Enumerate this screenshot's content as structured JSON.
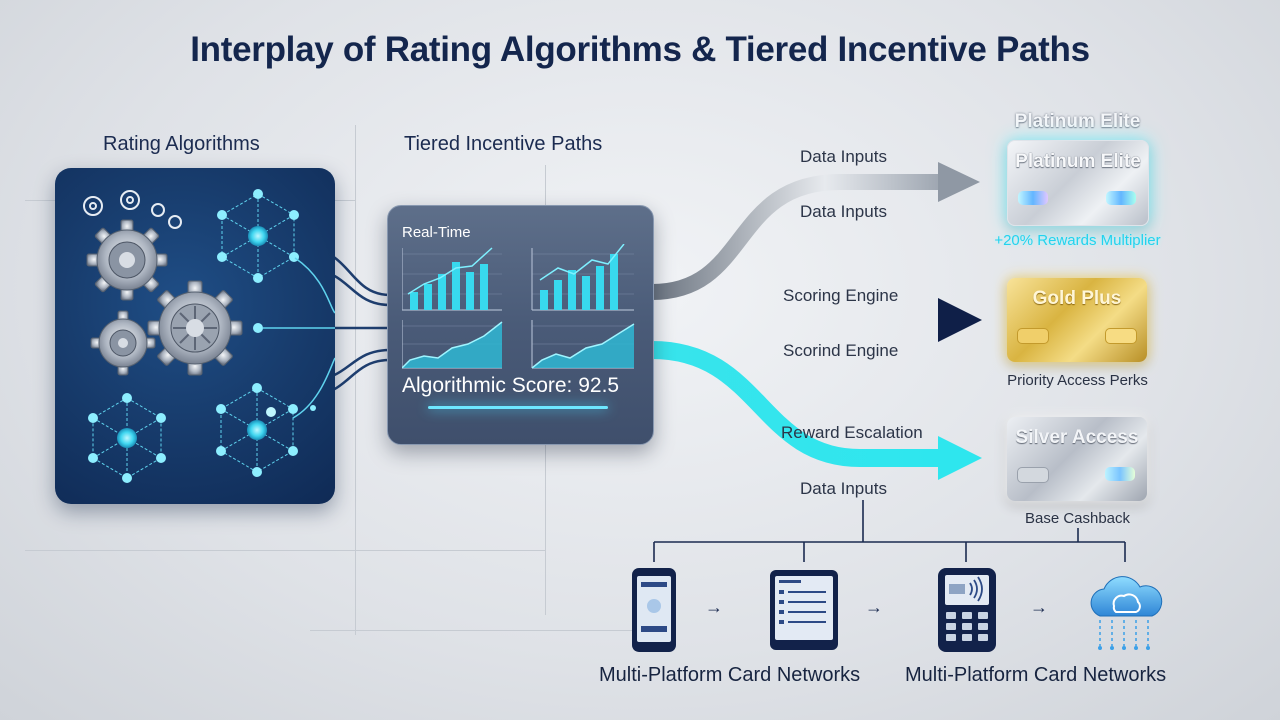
{
  "title": "Interplay of Rating Algorithms & Tiered Incentive Paths",
  "left_section_label": "Rating Algorithms",
  "center_section_label": "Tiered Incentive Paths",
  "center_panel": {
    "realtime_label": "Real-Time",
    "score_text": "Algorithmic Score: 92.5"
  },
  "flows": {
    "top_above": "Data Inputs",
    "top_below": "Data Inputs",
    "middle_above": "Scoring Engine",
    "middle_below": "Scorind Engine",
    "bottom_above": "Reward Escalation",
    "bottom_below": "Data Inputs"
  },
  "tiers": {
    "platinum": {
      "heading": "Platinum Elite",
      "card_title": "Platinum Elite",
      "caption": "+20% Rewards Multiplier",
      "caption_color": "#22d3ee"
    },
    "gold": {
      "card_title": "Gold Plus",
      "caption": "Priority Access Perks"
    },
    "silver": {
      "card_title": "Silver Access",
      "caption": "Base Cashback"
    }
  },
  "bottom": {
    "label_left": "Multi-Platform Card Networks",
    "label_right": "Multi-Platform Card Networks",
    "arrow_glyph": "→"
  },
  "colors": {
    "navy": "#14264d",
    "cyan": "#2ee6ee",
    "gold": "#d9b441",
    "dark_arrow": "#0f1f48"
  },
  "icons": [
    "gear-icon",
    "network-node-icon",
    "smartphone-icon",
    "tablet-icon",
    "card-terminal-icon",
    "cloud-icon"
  ]
}
